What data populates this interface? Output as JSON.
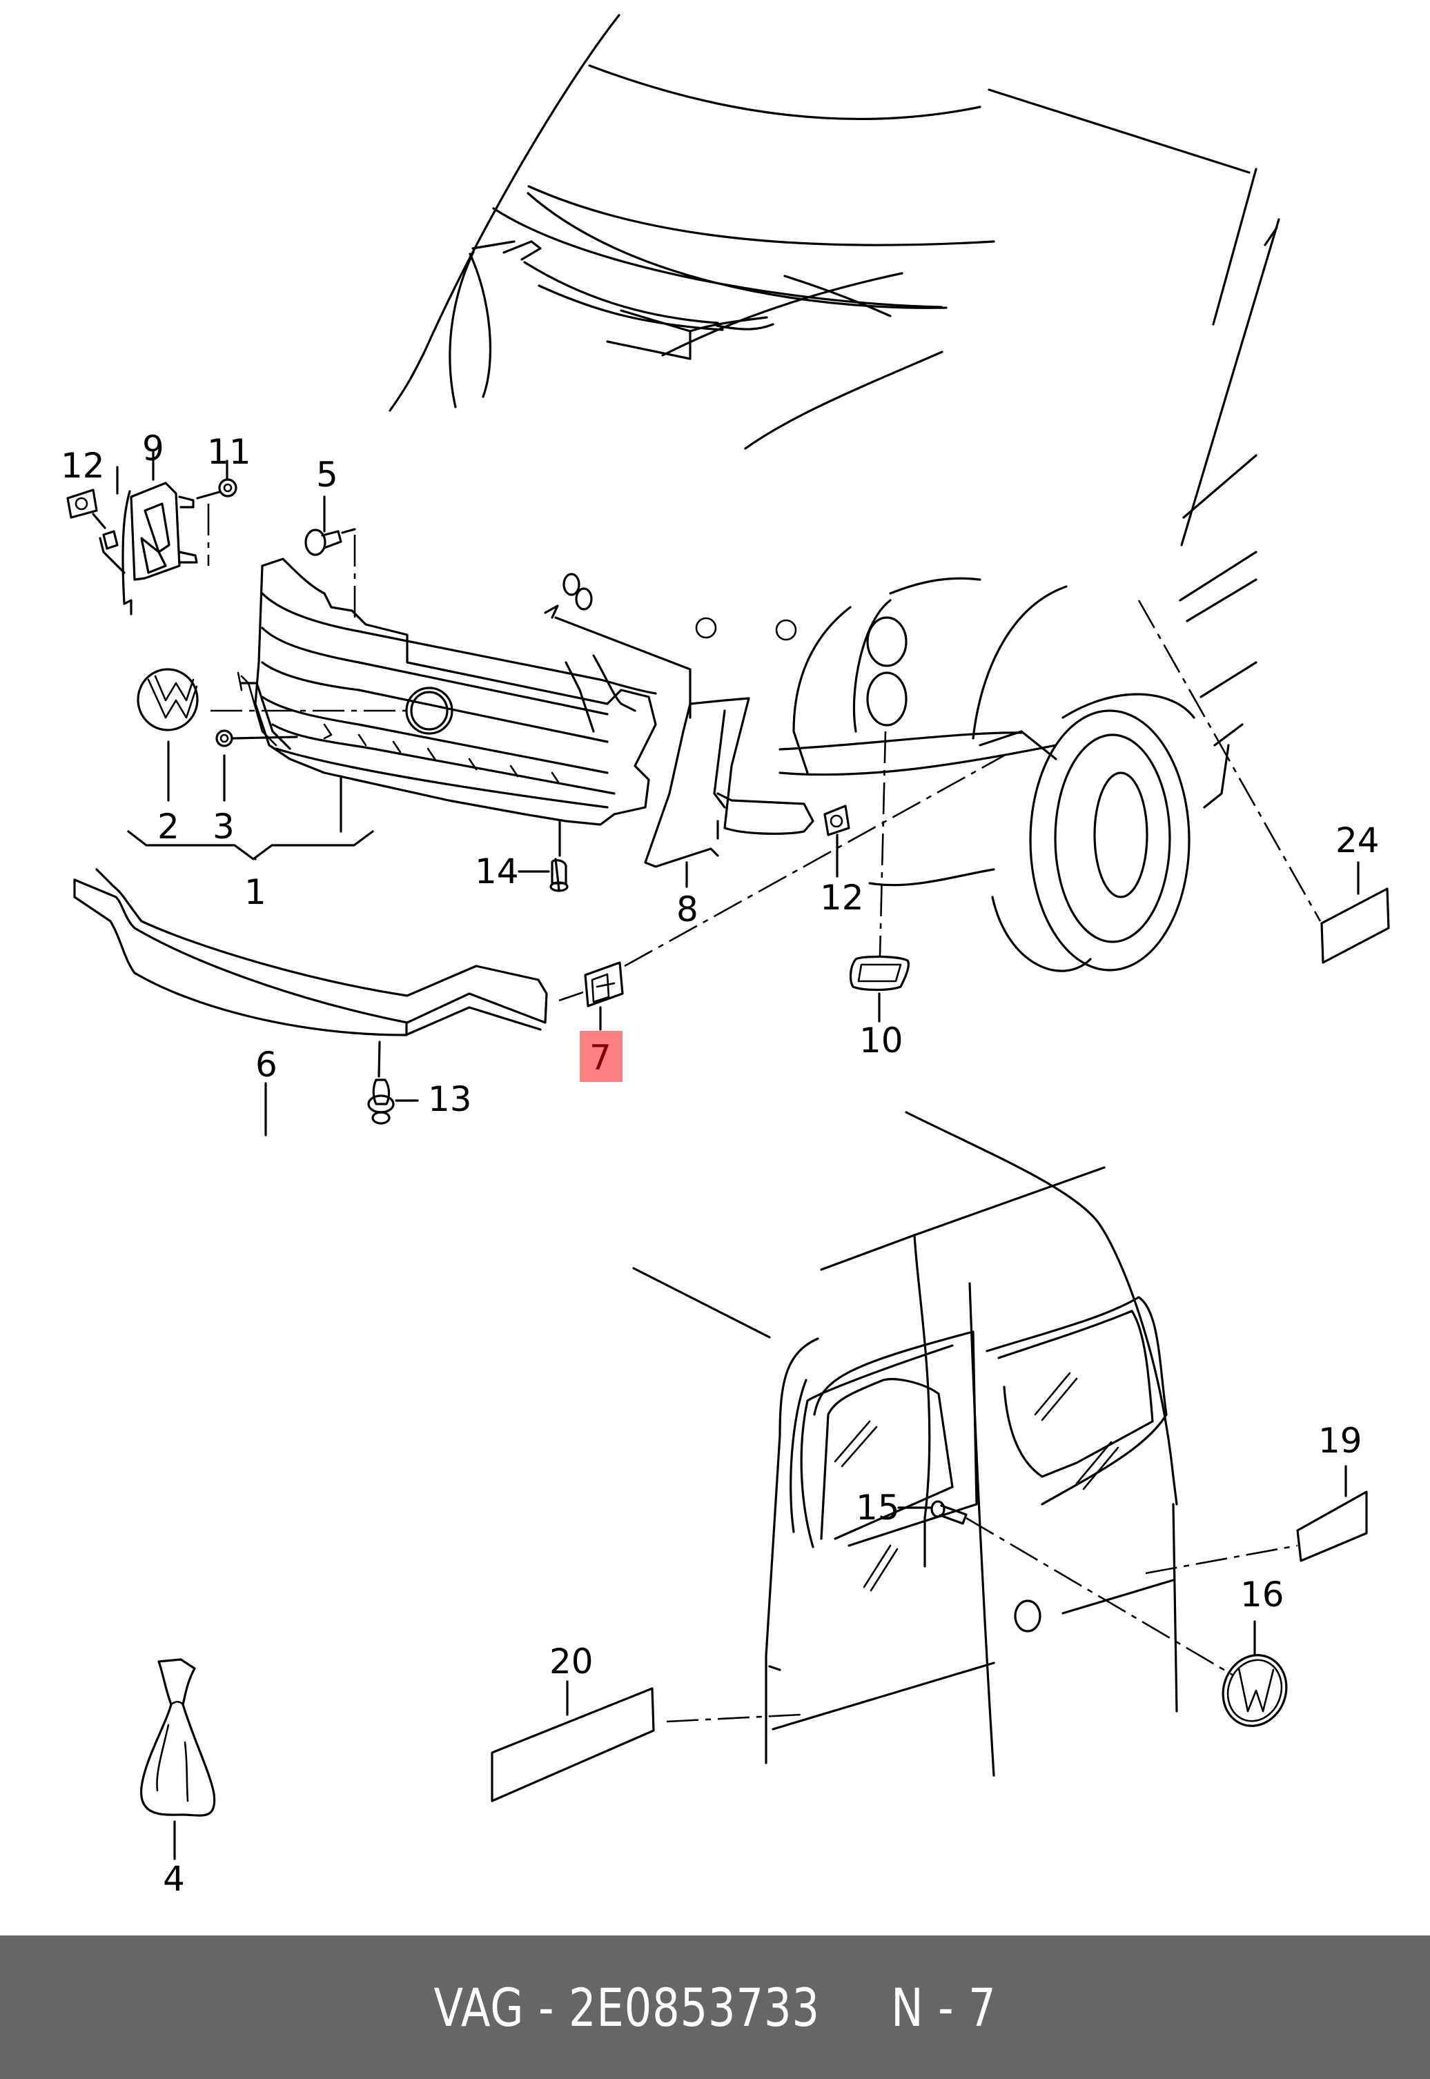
{
  "diagram": {
    "title": "VW front grille and rear emblem exploded parts diagram",
    "highlight_color": "#ff8080",
    "highlight_text_color": "#800000",
    "highlighted_part": "7",
    "callouts": [
      {
        "id": "1",
        "part": "grille-assembly"
      },
      {
        "id": "2",
        "part": "front-vw-emblem"
      },
      {
        "id": "3",
        "part": "clip-nut"
      },
      {
        "id": "4",
        "part": "adhesive-bag"
      },
      {
        "id": "5",
        "part": "screw"
      },
      {
        "id": "6",
        "part": "lower-trim-strip"
      },
      {
        "id": "7",
        "part": "retaining-bracket"
      },
      {
        "id": "8",
        "part": "headlight-trim-panel"
      },
      {
        "id": "9",
        "part": "left-bracket"
      },
      {
        "id": "10",
        "part": "washer-cover"
      },
      {
        "id": "11",
        "part": "nut"
      },
      {
        "id": "12",
        "part": "spring-nut"
      },
      {
        "id": "12b",
        "label": "12",
        "part": "spring-nut-right"
      },
      {
        "id": "13",
        "part": "expansion-rivet"
      },
      {
        "id": "14",
        "part": "bolt"
      },
      {
        "id": "15",
        "part": "rear-screw"
      },
      {
        "id": "16",
        "part": "rear-vw-emblem"
      },
      {
        "id": "19",
        "part": "rear-lettering-plate"
      },
      {
        "id": "20",
        "part": "side-lettering-plate"
      },
      {
        "id": "24",
        "part": "fender-lettering-plate"
      }
    ],
    "labels": {
      "l1": "1",
      "l2": "2",
      "l3": "3",
      "l4": "4",
      "l5": "5",
      "l6": "6",
      "l7": "7",
      "l8": "8",
      "l9": "9",
      "l10": "10",
      "l11": "11",
      "l12a": "12",
      "l12b": "12",
      "l13": "13",
      "l14": "14",
      "l15": "15",
      "l16": "16",
      "l19": "19",
      "l20": "20",
      "l24": "24"
    }
  },
  "footer": {
    "brand": "VAG",
    "separator": "-",
    "part_number": "2E0853733",
    "page_ref": "N - 7",
    "text": "VAG - 2E0853733     N - 7",
    "background_color": "#666666",
    "text_color": "#ffffff"
  }
}
